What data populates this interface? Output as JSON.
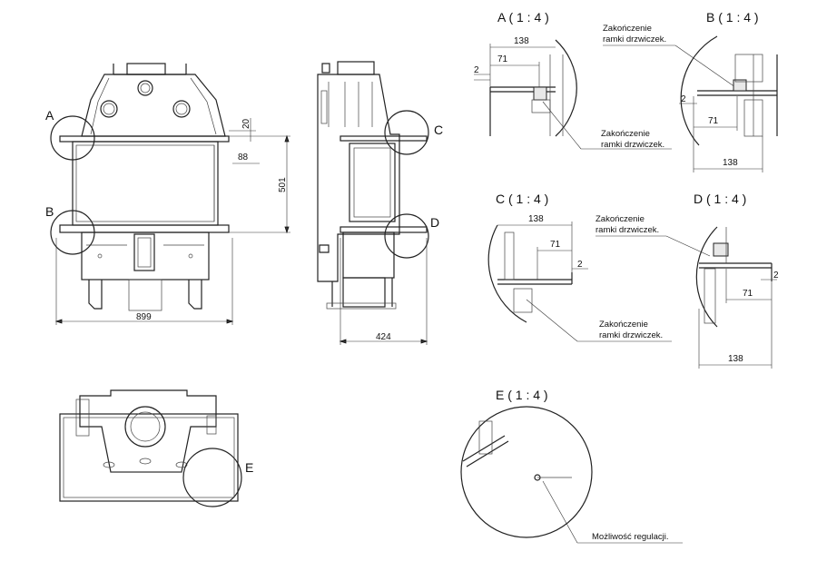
{
  "labels": {
    "A": "A",
    "B": "B",
    "C": "C",
    "D": "D",
    "E": "E"
  },
  "dims": {
    "width_front": "899",
    "height_front": "501",
    "d20": "20",
    "d88": "88",
    "width_side": "424"
  },
  "details": {
    "A": {
      "title": "A ( 1 : 4 )",
      "d138": "138",
      "d71": "71",
      "d2": "2",
      "note1": "Zakończenie",
      "note2": "ramki drzwiczek."
    },
    "B": {
      "title": "B ( 1 : 4 )",
      "d138": "138",
      "d71": "71",
      "d2": "2",
      "note1": "Zakończenie",
      "note2": "ramki drzwiczek."
    },
    "C": {
      "title": "C ( 1 : 4 )",
      "d138": "138",
      "d71": "71",
      "d2": "2",
      "note1": "Zakończenie",
      "note2": "ramki drzwiczek."
    },
    "D": {
      "title": "D ( 1 : 4 )",
      "d138": "138",
      "d71": "71",
      "d2": "2",
      "note1": "Zakończenie",
      "note2": "ramki drzwiczek."
    },
    "E": {
      "title": "E ( 1 : 4 )",
      "note": "Możliwość regulacji."
    }
  }
}
